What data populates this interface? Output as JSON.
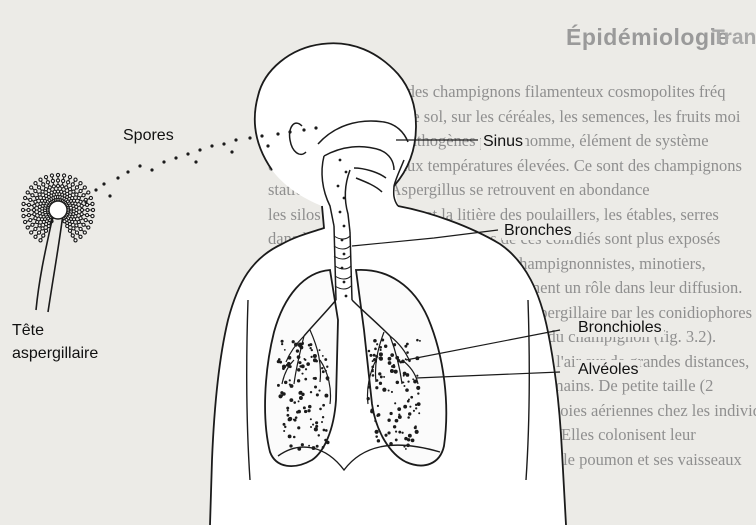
{
  "page": {
    "heading": "Épidémiologie",
    "heading_right": "Tran",
    "text_lines": [
      "Les Aspergillus sont des champignons filamenteux cosmopolites fréq",
      "rencontrés dans l'air, le sol, sur les céréales, les semences, les fruits moi",
      "grenier, organismes pathogènes pour l'homme, élément de système",
      "certains d'entre eux aux températures élevées. Ce sont des champignons",
      "station à 5°C. Ces Aspergillus se retrouvent en abondance",
      "les silos à grain, le foin et la litière des poulaillers, les étables, serres",
      "dans les régions humides. Certains de ces conidiés sont plus exposés",
      "teurs, grainetiers, meuniers, pour les champignonnistes, minotiers,",
      "vent par les vents humides jouent également un rôle dans leur diffusion.",
      "Ce sont les spores produites par la tête aspergillaire par les conidiophores",
      "qui sont responsables de la contamination du champignon (fig. 3.2).",
      "Légères, elles peuvent être véhiculées dans l'air sur de grandes distances,",
      "représentant 2 à 3 % du poids des tissus humains. De petite taille (2",
      "et fumeurs, elles peuvent pénétrer dans les voies aériennes chez les individus",
      "tées à l'intérieur des bronchioles terminales. Elles colonisent leur",
      "la croissance du mycélium, qui peut envahir le poumon et ses vaisseaux"
    ]
  },
  "diagram": {
    "labels": {
      "spores": "Spores",
      "sinus": "Sinus",
      "bronches": "Bronches",
      "bronchioles": "Bronchioles",
      "alveoles": "Alvéoles",
      "tete_line1": "Tête",
      "tete_line2": "aspergillaire"
    }
  }
}
